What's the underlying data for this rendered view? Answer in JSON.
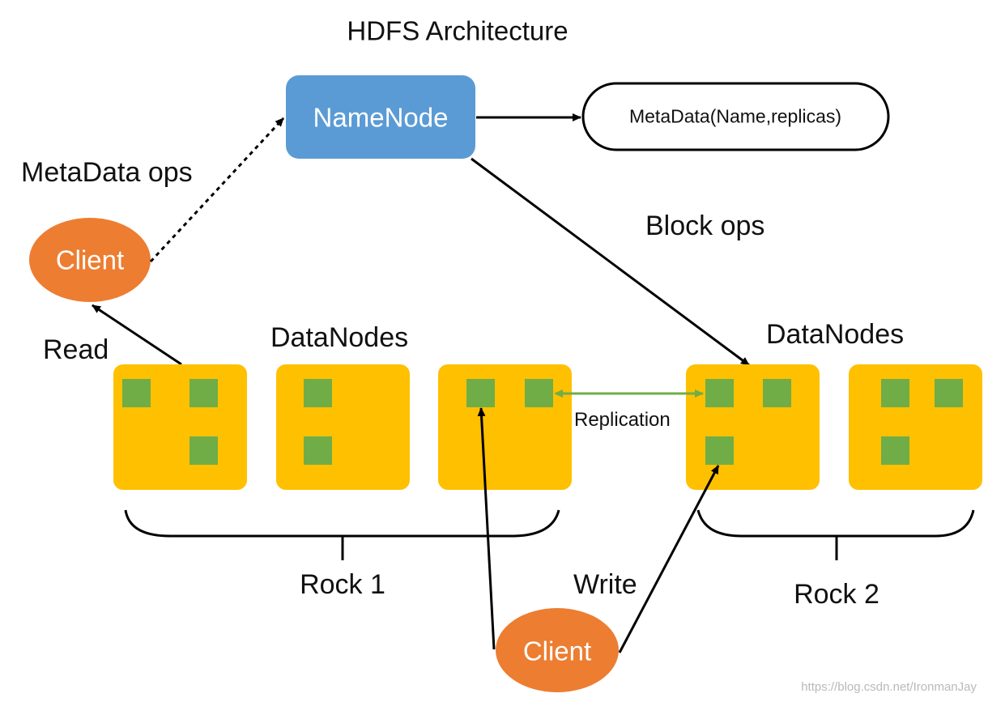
{
  "title": "HDFS Architecture",
  "namenode": {
    "label": "NameNode"
  },
  "metadata": {
    "label": "MetaData(Name,replicas)"
  },
  "labels": {
    "metadata_ops": "MetaData ops",
    "block_ops": "Block ops",
    "read": "Read",
    "write": "Write",
    "replication": "Replication",
    "datanodes_left": "DataNodes",
    "datanodes_right": "DataNodes",
    "rack1": "Rock 1",
    "rack2": "Rock 2"
  },
  "clients": {
    "top": "Client",
    "bottom": "Client"
  },
  "colors": {
    "namenode": "#5b9bd5",
    "client": "#ed7d31",
    "datanode": "#ffc000",
    "block": "#70ad47",
    "replication_arrow": "#70ad47",
    "arrow": "#000000"
  },
  "datanodes": [
    {
      "rack": "Rock 1",
      "blocks": 3
    },
    {
      "rack": "Rock 1",
      "blocks": 2
    },
    {
      "rack": "Rock 1",
      "blocks": 2
    },
    {
      "rack": "Rock 2",
      "blocks": 3
    },
    {
      "rack": "Rock 2",
      "blocks": 3
    }
  ],
  "watermark": "https://blog.csdn.net/IronmanJay"
}
